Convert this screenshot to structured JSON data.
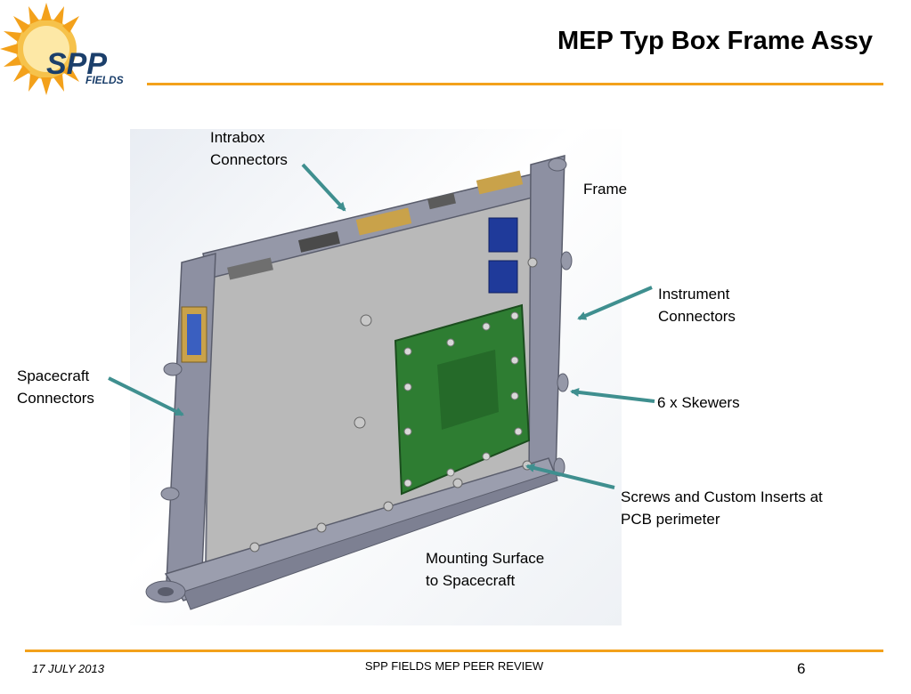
{
  "title": "MEP Typ Box Frame Assy",
  "logo": {
    "text_main": "SPP",
    "text_sub": "FIELDS"
  },
  "labels": {
    "intrabox": [
      "Intrabox",
      "Connectors"
    ],
    "frame": "Frame",
    "instrument": [
      "Instrument",
      "Connectors"
    ],
    "spacecraft": [
      "Spacecraft",
      "Connectors"
    ],
    "skewers": "6 x Skewers",
    "screws": [
      "Screws and Custom Inserts at",
      "PCB perimeter"
    ],
    "mounting": [
      "Mounting Surface",
      "to Spacecraft"
    ]
  },
  "footer": {
    "date": "17 JULY 2013",
    "center": "SPP FIELDS MEP PEER REVIEW",
    "page": "6"
  },
  "colors": {
    "accent": "#f3a11b",
    "arrow": "#3f8f8f",
    "pcb": "#2e7d32"
  }
}
